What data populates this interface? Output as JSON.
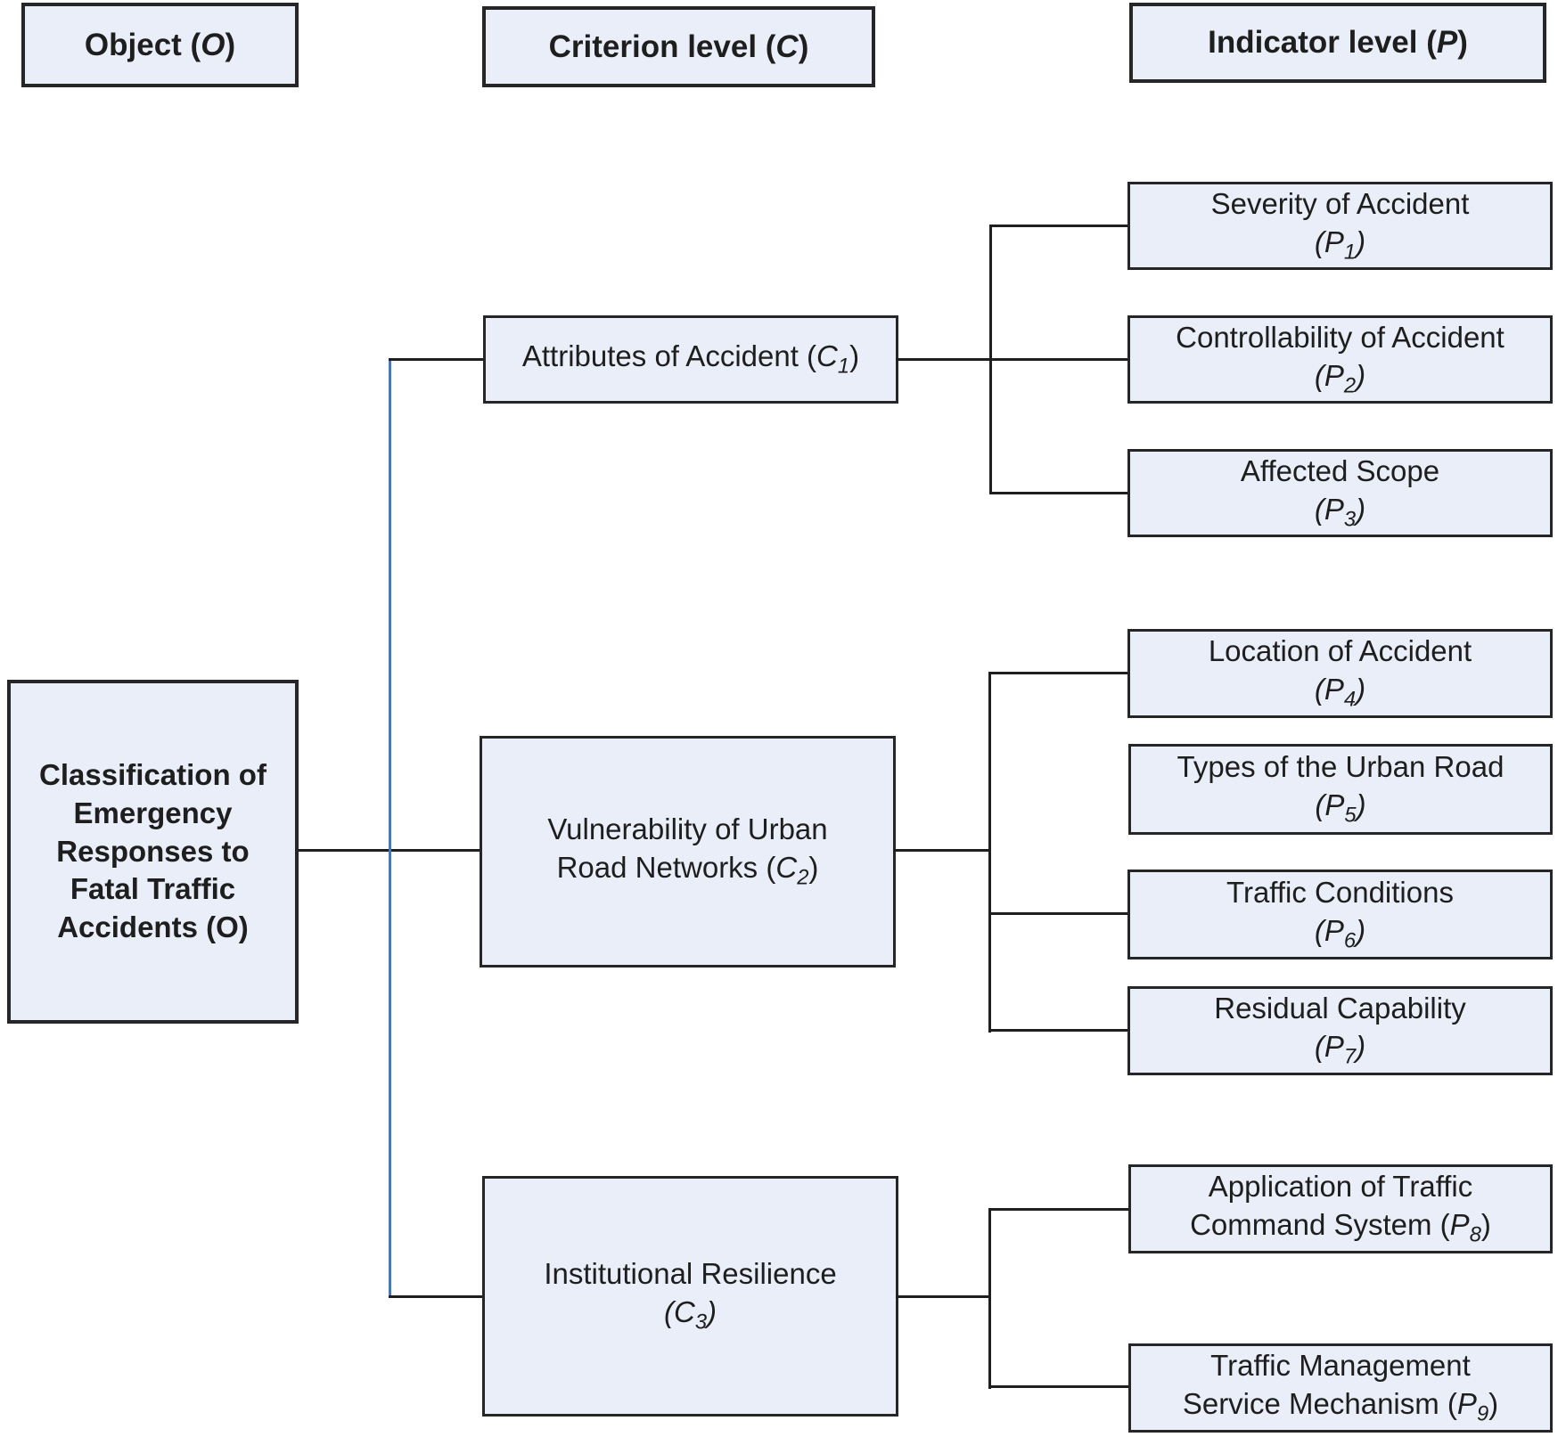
{
  "diagram": {
    "headers": {
      "object": {
        "pre": "Object (",
        "symbol": "O",
        "post": ")"
      },
      "criterion": {
        "pre": "Criterion level (",
        "symbol": "C",
        "post": ")"
      },
      "indicator": {
        "pre": "Indicator level (",
        "symbol": "P",
        "post": ")"
      }
    },
    "object_box": {
      "lines": [
        "Classification of",
        "Emergency",
        "Responses to",
        "Fatal Traffic",
        "Accidents (O)"
      ]
    },
    "criteria": {
      "c1": {
        "pre": "Attributes of Accident (",
        "symbol": "C",
        "sub": "1",
        "post": ")"
      },
      "c2": {
        "line1": "Vulnerability of Urban",
        "pre": "Road Networks (",
        "symbol": "C",
        "sub": "2",
        "post": ")"
      },
      "c3": {
        "line1": "Institutional Resilience",
        "pre": "(",
        "symbol": "C",
        "sub": "3",
        "post": ")"
      }
    },
    "indicators": {
      "p1": {
        "line1": "Severity of Accident",
        "pre": "(",
        "symbol": "P",
        "sub": "1",
        "post": ")"
      },
      "p2": {
        "line1": "Controllability of Accident",
        "pre": "(",
        "symbol": "P",
        "sub": "2",
        "post": ")"
      },
      "p3": {
        "line1": "Affected Scope",
        "pre": "(",
        "symbol": "P",
        "sub": "3",
        "post": ")"
      },
      "p4": {
        "line1": "Location of Accident",
        "pre": "(",
        "symbol": "P",
        "sub": "4",
        "post": ")"
      },
      "p5": {
        "line1": "Types of the Urban Road",
        "pre": "(",
        "symbol": "P",
        "sub": "5",
        "post": ")"
      },
      "p6": {
        "line1": "Traffic Conditions",
        "pre": "(",
        "symbol": "P",
        "sub": "6",
        "post": ")"
      },
      "p7": {
        "line1": "Residual Capability",
        "pre": "(",
        "symbol": "P",
        "sub": "7",
        "post": ")"
      },
      "p8": {
        "line1": "Application of Traffic",
        "pre": "Command System (",
        "symbol": "P",
        "sub": "8",
        "post": ")"
      },
      "p9": {
        "line1": "Traffic Management",
        "pre": "Service Mechanism (",
        "symbol": "P",
        "sub": "9",
        "post": ")"
      }
    },
    "colors": {
      "box_fill": "#e9eef8",
      "box_border": "#262626",
      "line": "#1f1f1f",
      "branch_line": "#4878b8",
      "text": "#1e1e1e"
    }
  }
}
